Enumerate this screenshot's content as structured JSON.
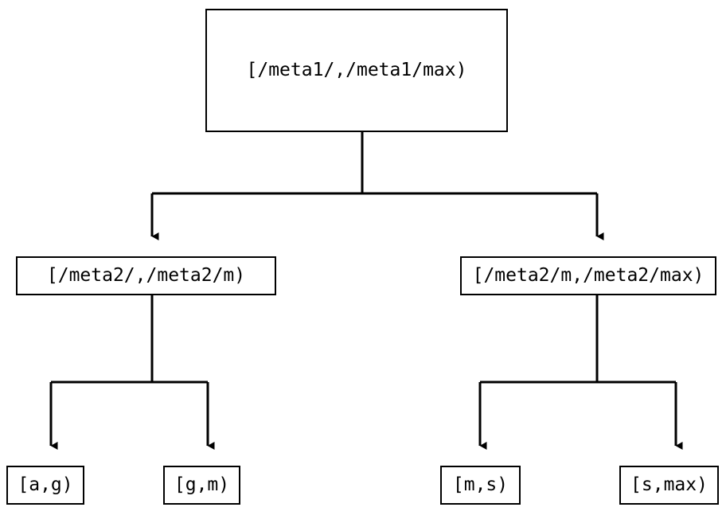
{
  "diagram": {
    "type": "tree",
    "title": "",
    "background_color": "#ffffff",
    "line_color": "#000000",
    "text_color": "#000000",
    "nodes": {
      "root": {
        "label": "[/meta1/,/meta1/max)",
        "level": 0
      },
      "mid_left": {
        "label": "[/meta2/,/meta2/m)",
        "level": 1
      },
      "mid_right": {
        "label": "[/meta2/m,/meta2/max)",
        "level": 1
      },
      "leaf_ag": {
        "label": "[a,g)",
        "level": 2
      },
      "leaf_gm": {
        "label": "[g,m)",
        "level": 2
      },
      "leaf_ms": {
        "label": "[m,s)",
        "level": 2
      },
      "leaf_smax": {
        "label": "[s,max)",
        "level": 2
      }
    },
    "edges": [
      {
        "from": "root",
        "to": "mid_left",
        "arrow": "triangle-down"
      },
      {
        "from": "root",
        "to": "mid_right",
        "arrow": "triangle-down"
      },
      {
        "from": "mid_left",
        "to": "leaf_ag",
        "arrow": "triangle-down"
      },
      {
        "from": "mid_left",
        "to": "leaf_gm",
        "arrow": "triangle-down"
      },
      {
        "from": "mid_right",
        "to": "leaf_ms",
        "arrow": "triangle-down"
      },
      {
        "from": "mid_right",
        "to": "leaf_smax",
        "arrow": "triangle-down"
      }
    ]
  }
}
